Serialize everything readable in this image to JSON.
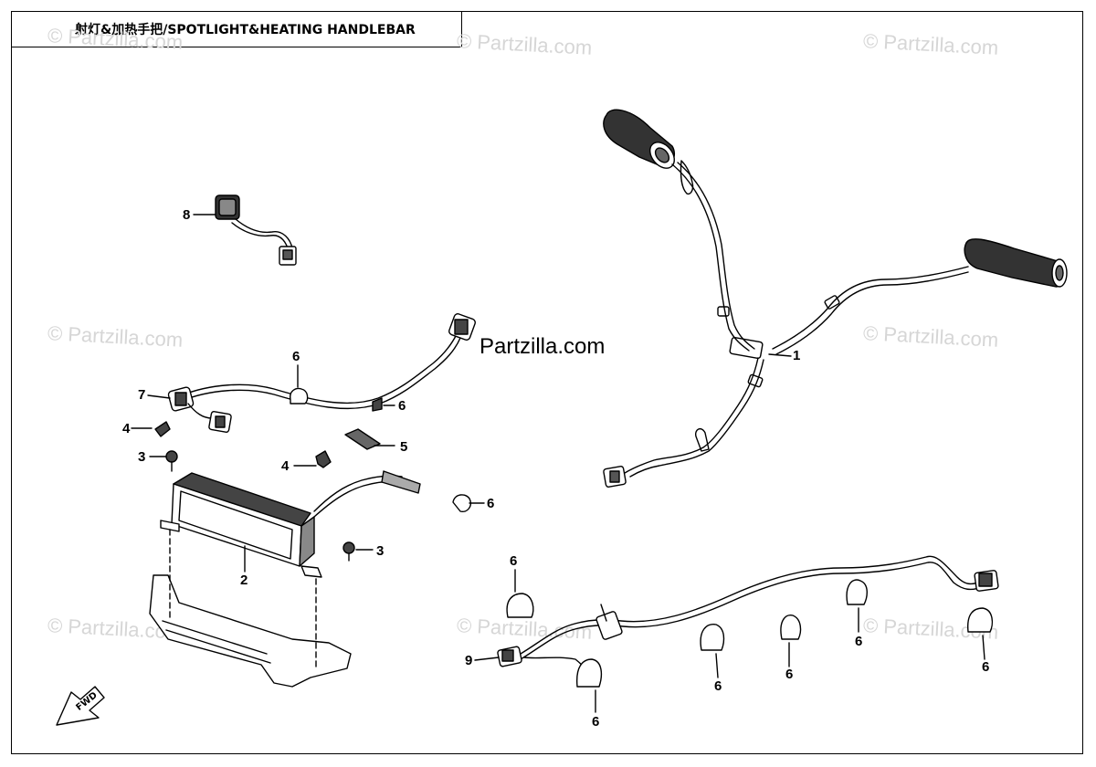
{
  "title": "射灯&加热手把/SPOTLIGHT&HEATING HANDLEBAR",
  "watermark": "© Partzilla.com",
  "brand_text": "Partzilla.com",
  "fwd_label": "FWD",
  "callouts": {
    "c1": "1",
    "c2": "2",
    "c3a": "3",
    "c3b": "3",
    "c4a": "4",
    "c4b": "4",
    "c5": "5",
    "c6a": "6",
    "c6b": "6",
    "c6c": "6",
    "c6d": "6",
    "c6e": "6",
    "c6f": "6",
    "c6g": "6",
    "c6h": "6",
    "c7": "7",
    "c8": "8",
    "c9": "9"
  },
  "colors": {
    "line": "#000000",
    "watermark": "#d6d6d6"
  }
}
